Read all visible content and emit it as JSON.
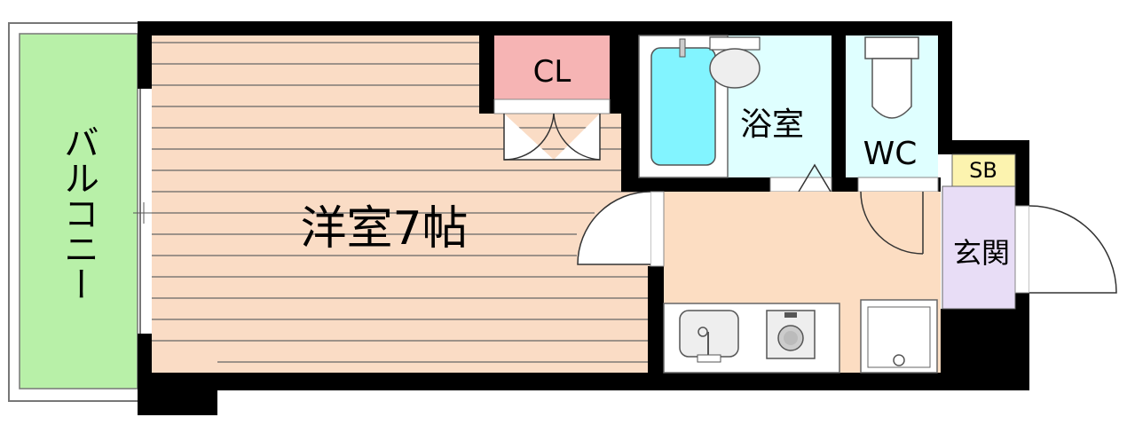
{
  "rooms": {
    "western_room": "洋室7帖",
    "closet": "CL",
    "bathroom": "浴室",
    "toilet": "WC",
    "shoe_box": "SB",
    "entrance": "玄関",
    "balcony": "バルコニー"
  },
  "colors": {
    "wall": "#000000",
    "floor_wood": "#FADCC5",
    "floor_line": "#555555",
    "balcony": "#B8F0A8",
    "closet": "#F6B4B4",
    "bath_room": "#DFFFFF",
    "bathtub": "#82F4FF",
    "toilet_room": "#DFFFFF",
    "kitchen_floor": "#FCDDC2",
    "entrance": "#E8DDF6",
    "shoe_box": "#FCF3AF",
    "fixture": "#EEEEEE"
  },
  "icons": [
    "bathtub-icon",
    "washbasin-icon",
    "toilet-icon",
    "sink-icon",
    "stove-icon",
    "washing-machine-pan-icon",
    "door-swing-icon"
  ]
}
